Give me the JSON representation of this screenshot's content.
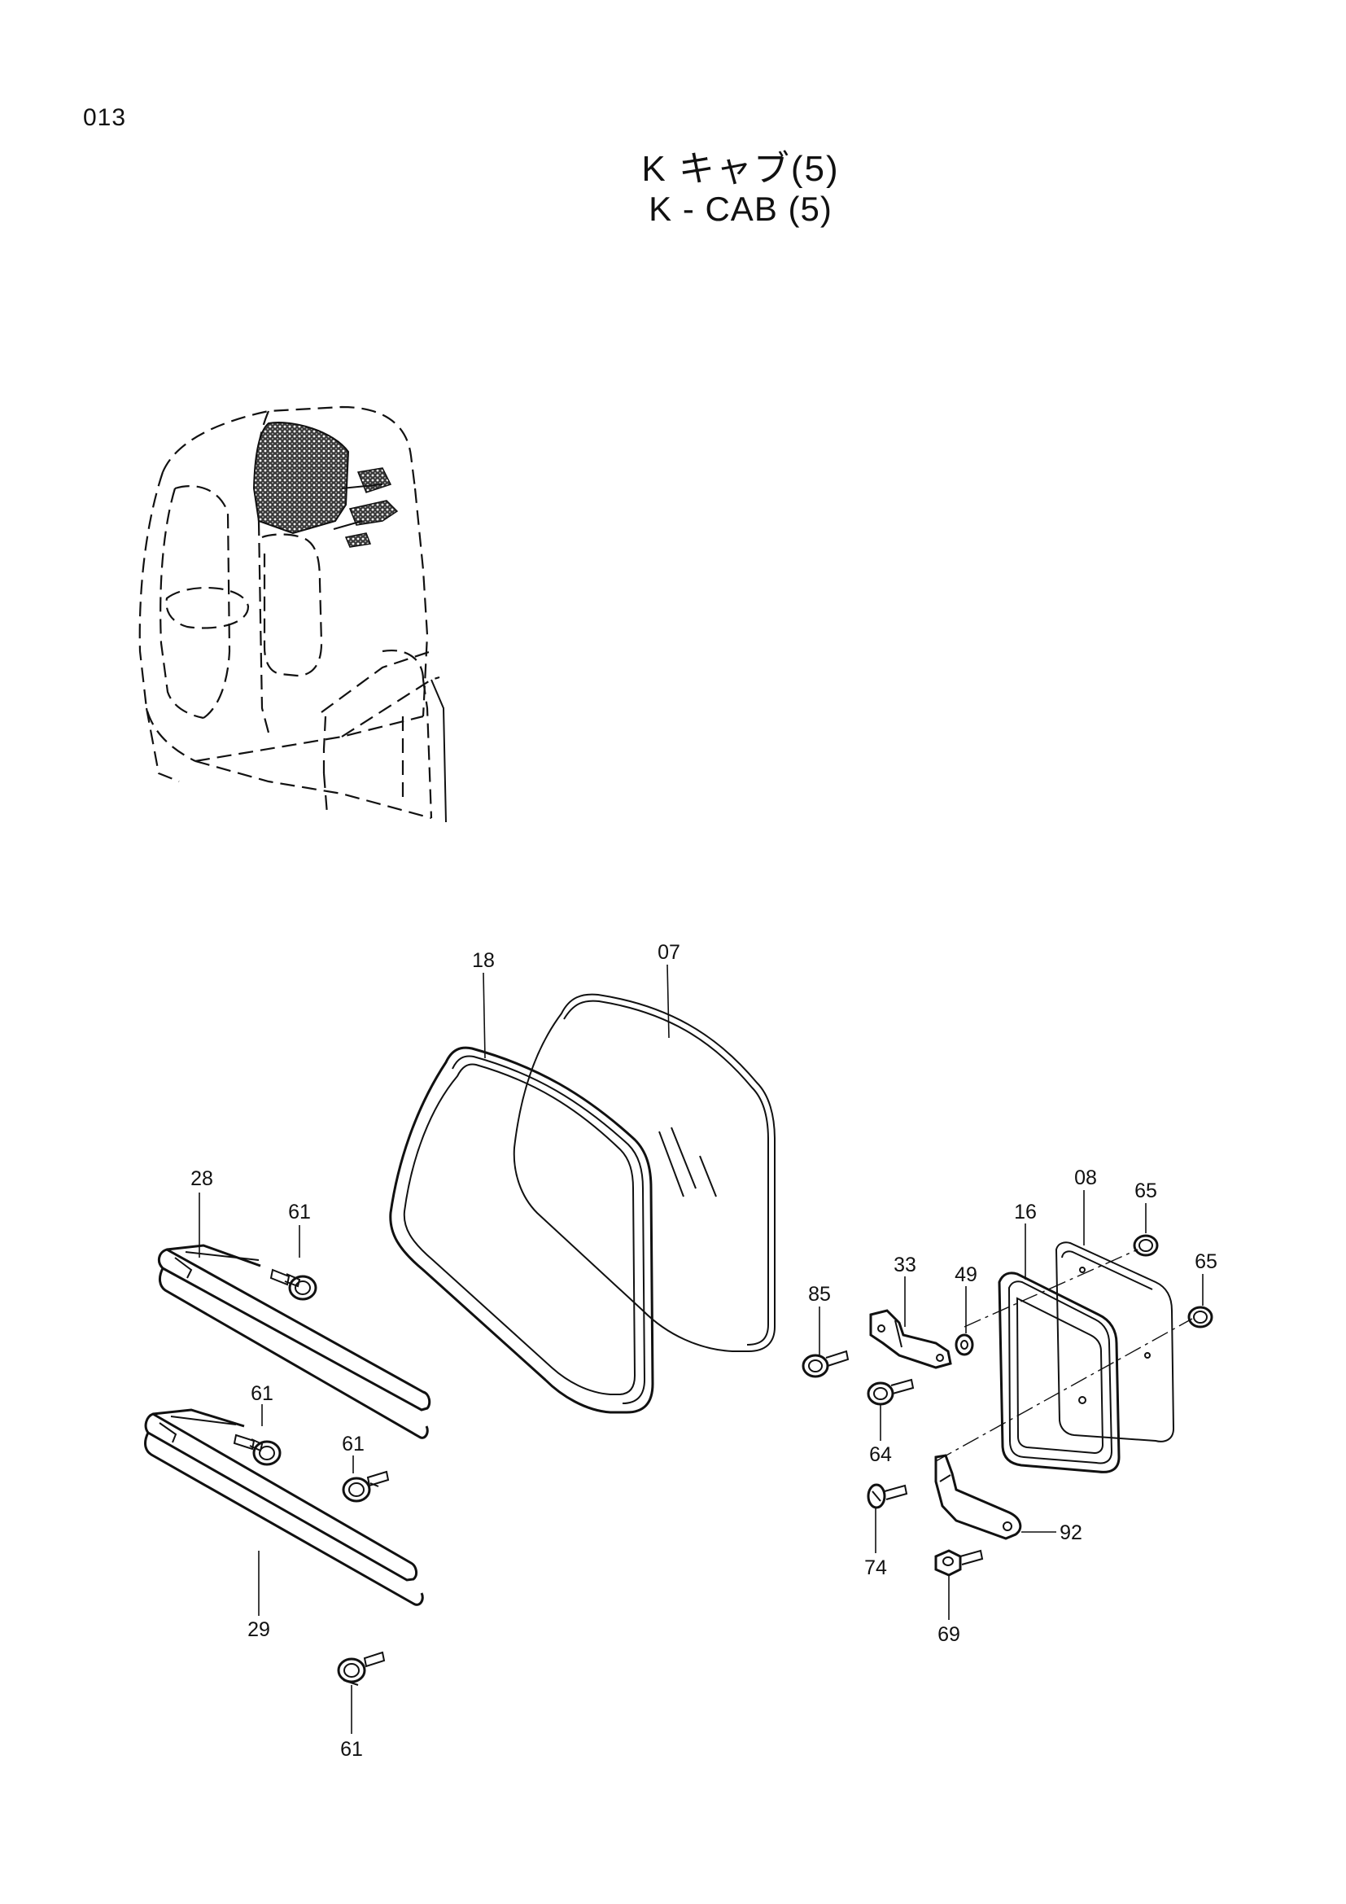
{
  "page": {
    "number": "013",
    "title_ja": "K キャブ(5)",
    "title_en": "K - CAB (5)"
  },
  "callouts": {
    "c07": "07",
    "c18": "18",
    "c28": "28",
    "c61a": "61",
    "c61b": "61",
    "c61c": "61",
    "c61d": "61",
    "c29": "29",
    "c08": "08",
    "c16": "16",
    "c65a": "65",
    "c65b": "65",
    "c33": "33",
    "c49": "49",
    "c85": "85",
    "c64": "64",
    "c74": "74",
    "c92": "92",
    "c69": "69"
  }
}
